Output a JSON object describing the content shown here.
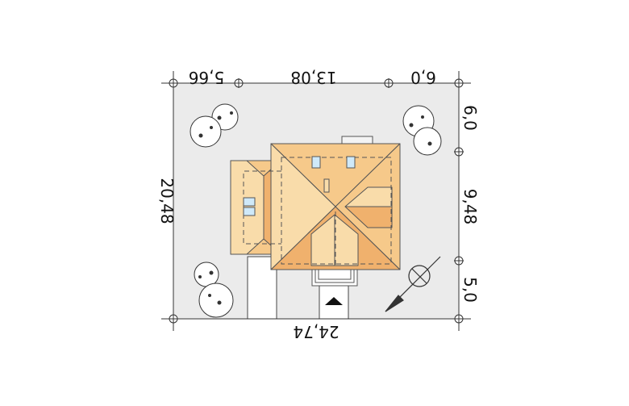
{
  "dimensions": {
    "top": [
      "5,66",
      "13,08",
      "6,0"
    ],
    "left": "20,48",
    "right": [
      "6,0",
      "9,48",
      "5,0"
    ],
    "bottom": "24,74"
  },
  "colors": {
    "plot_fill": "#ebebeb",
    "roof_light": "#f9dcaa",
    "roof_mid": "#f6c98a",
    "roof_dark": "#f0b16d",
    "window_fill": "#cfe9f9",
    "line": "#333333"
  },
  "icons": [
    "tree-icon",
    "compass-icon",
    "entrance-arrow-icon"
  ]
}
